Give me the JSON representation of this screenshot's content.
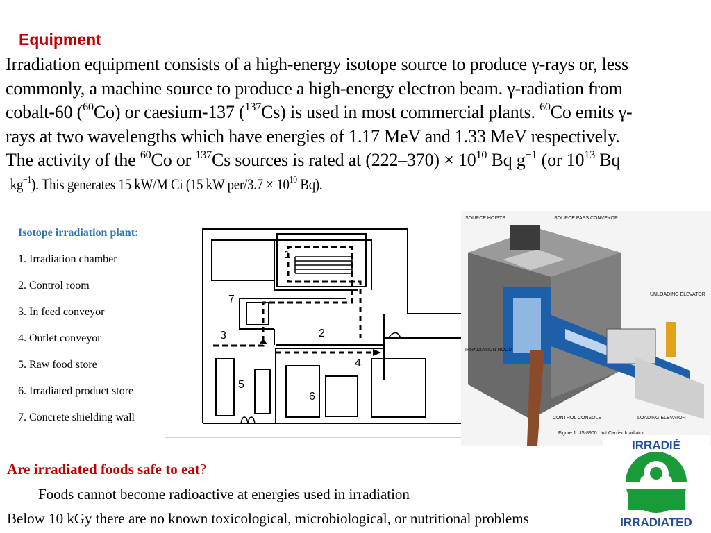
{
  "heading": "Equipment",
  "paragraph": {
    "l1": {
      "a": "Irradiation equipment consists of a high-energy isotope source to produce γ-rays or, less"
    },
    "l2": {
      "a": "commonly, a machine source to produce a high-energy electron beam. γ-radiation from"
    },
    "l3": {
      "a": "cobalt-60 (",
      "s1": "60",
      "b": "Co) or caesium-137 (",
      "s2": "137",
      "c": "Cs) is used in most commercial plants. ",
      "s3": "60",
      "d": "Co emits γ-"
    },
    "l4": {
      "a": "rays at two wavelengths which have energies of 1.17 MeV and 1.33 MeV respectively."
    },
    "l5": {
      "a": "The activity of the ",
      "s1": "60",
      "b": "Co or ",
      "s2": "137",
      "c": "Cs sources is rated at (222–370) × 10",
      "s3": "10",
      "d": " Bq g",
      "s4": "−1",
      "e": " (or 10",
      "s5": "13",
      "f": " Bq"
    },
    "l6": {
      "a": "kg",
      "s1": "−1",
      "b": "). This generates 15 kW/M Ci (15 kW per/3.7 × 10",
      "s2": "10",
      "c": " Bq)."
    }
  },
  "list": {
    "title": "Isotope irradiation plant:",
    "items": [
      "1. Irradiation chamber",
      "2. Control room",
      "3. In feed conveyor",
      "4. Outlet conveyor",
      "5. Raw food store",
      "6. Irradiated product store",
      "7. Concrete shielding wall"
    ]
  },
  "floorplan": {
    "labels": {
      "n1": "1",
      "n2": "2",
      "n3": "3",
      "n4": "4",
      "n5": "5",
      "n6": "6",
      "n7": "7"
    }
  },
  "isometric": {
    "labels": {
      "source_hoists": "SOURCE HOISTS",
      "source_pass": "SOURCE PASS CONVEYOR",
      "unloading": "UNLOADING ELEVATOR",
      "irradiation_room": "IRRADIATION ROOM",
      "control_console": "CONTROL CONSOLE",
      "loading": "LOADING ELEVATOR",
      "caption": "Figure 1: JS-8900 Unit Carrier Irradiator"
    }
  },
  "question": {
    "text": "Are irradiated foods safe to eat",
    "mark": "?"
  },
  "answer1": "Foods cannot become radioactive at energies used in irradiation",
  "answer2": "Below 10 kGy there are no known toxicological, microbiological, or nutritional problems",
  "logo": {
    "top": "IRRADIÉ",
    "bottom": "IRRADIATED"
  },
  "colors": {
    "heading": "#c00000",
    "list_title": "#2e75b6",
    "logo_text": "#1f4e9c",
    "logo_green": "#1a9b3a"
  }
}
